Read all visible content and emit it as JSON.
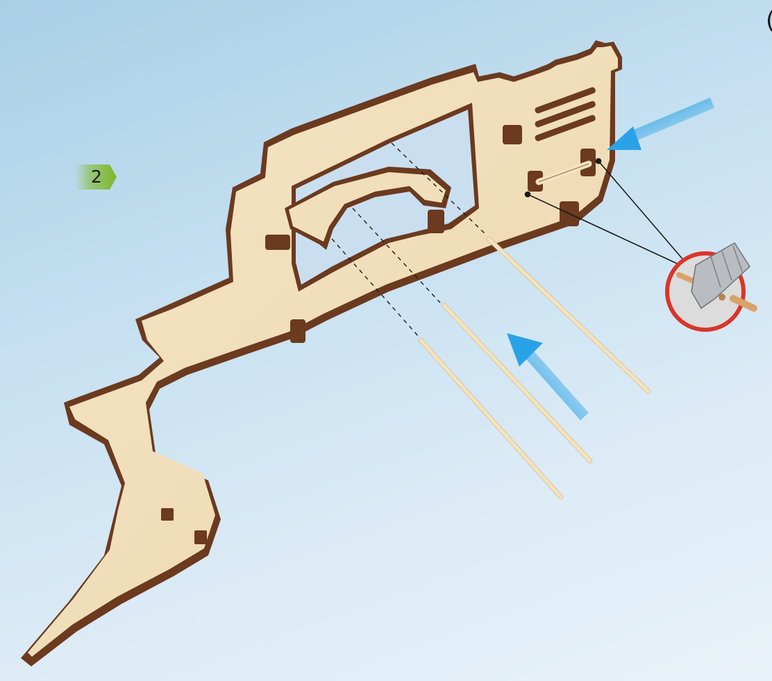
{
  "step": {
    "number": "2",
    "badge_color": "#7bb826"
  },
  "edge_glyph": "(",
  "colors": {
    "background_top": "#a9cfe6",
    "background_bottom": "#e9f2f9",
    "plywood_face": "#f1dfbc",
    "plywood_edge": "#6b3a1f",
    "arrow": "#2aa3e6",
    "callout_ring": "#d9352a",
    "toothpick": "#f4e3bf"
  },
  "icons": [
    "step-badge-icon",
    "insert-arrow-icon",
    "cut-warning-callout-icon",
    "blade-icon"
  ],
  "parts": {
    "toothpick_count": 3,
    "trim_pegs": 2
  }
}
